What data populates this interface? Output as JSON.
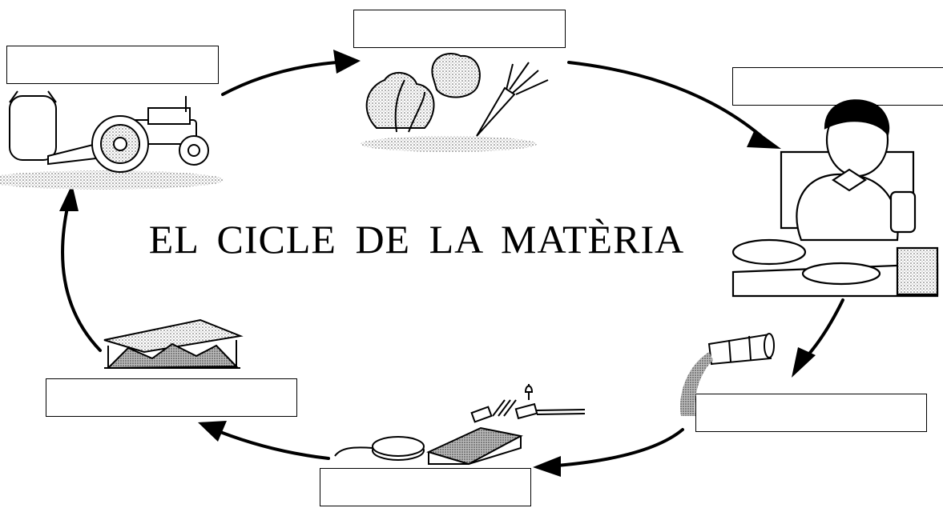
{
  "title": "EL CICLE DE LA MATÈRIA",
  "stages": [
    {
      "name": "vegetables",
      "label": ""
    },
    {
      "name": "person-eating",
      "label": ""
    },
    {
      "name": "waste-bin",
      "label": ""
    },
    {
      "name": "treatment-plant",
      "label": ""
    },
    {
      "name": "compost-shed",
      "label": ""
    },
    {
      "name": "tractor-fertilizer",
      "label": ""
    }
  ],
  "colors": {
    "ink": "#000000",
    "background": "#ffffff",
    "stipple": "#777777"
  }
}
